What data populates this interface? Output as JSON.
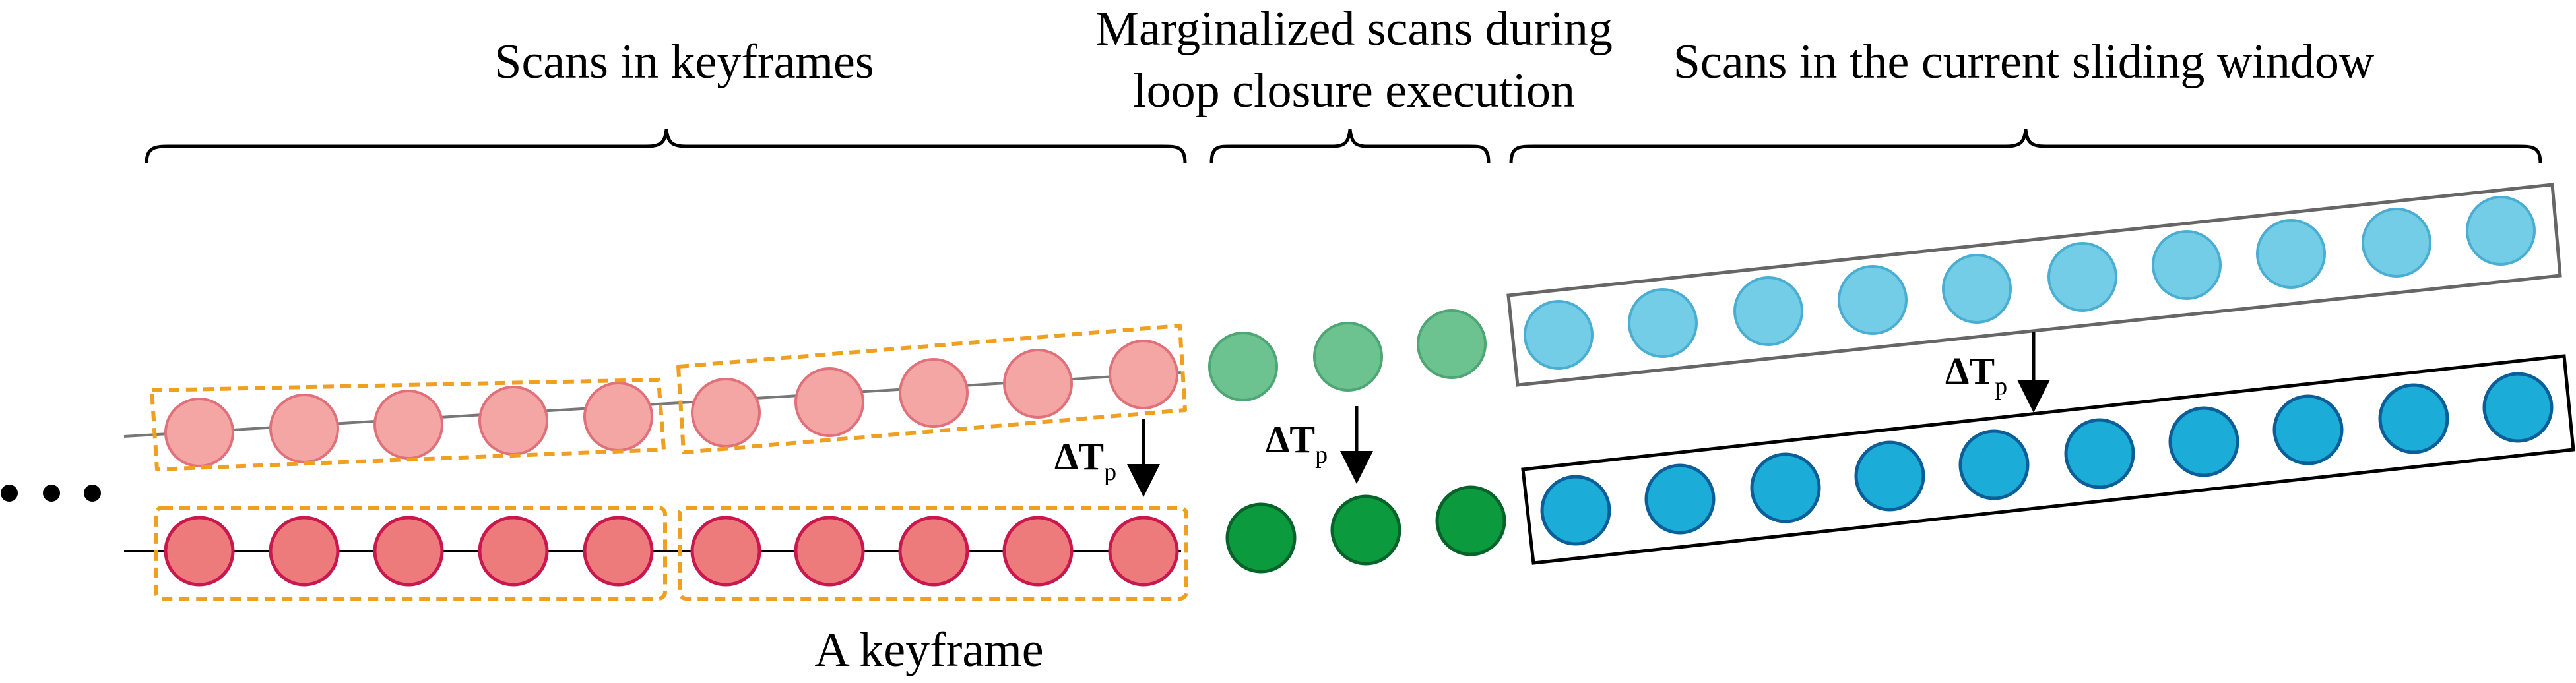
{
  "labels": {
    "keyframe_scans": "Scans in keyframes",
    "marginalized_line1": "Marginalized scans during",
    "marginalized_line2": "loop closure execution",
    "sliding_window": "Scans in the current sliding window",
    "a_keyframe": "A keyframe",
    "delta_symbol": "ΔT",
    "delta_subscript": "p"
  },
  "colors": {
    "keyframe_light_fill": "#f4a6a4",
    "keyframe_light_stroke": "#e0707a",
    "keyframe_dark_fill": "#ee7b7b",
    "keyframe_dark_stroke": "#c8184e",
    "marginal_light_fill": "#6cc38f",
    "marginal_light_stroke": "#4da673",
    "marginal_dark_fill": "#0b9a3e",
    "marginal_dark_stroke": "#06632a",
    "window_light_fill": "#74cde6",
    "window_light_stroke": "#4aaed2",
    "window_dark_fill": "#1badd8",
    "window_dark_stroke": "#0b5f99",
    "dashed_box": "#f0a020",
    "window_box_light": "#666666",
    "window_box_dark": "#000000"
  }
}
